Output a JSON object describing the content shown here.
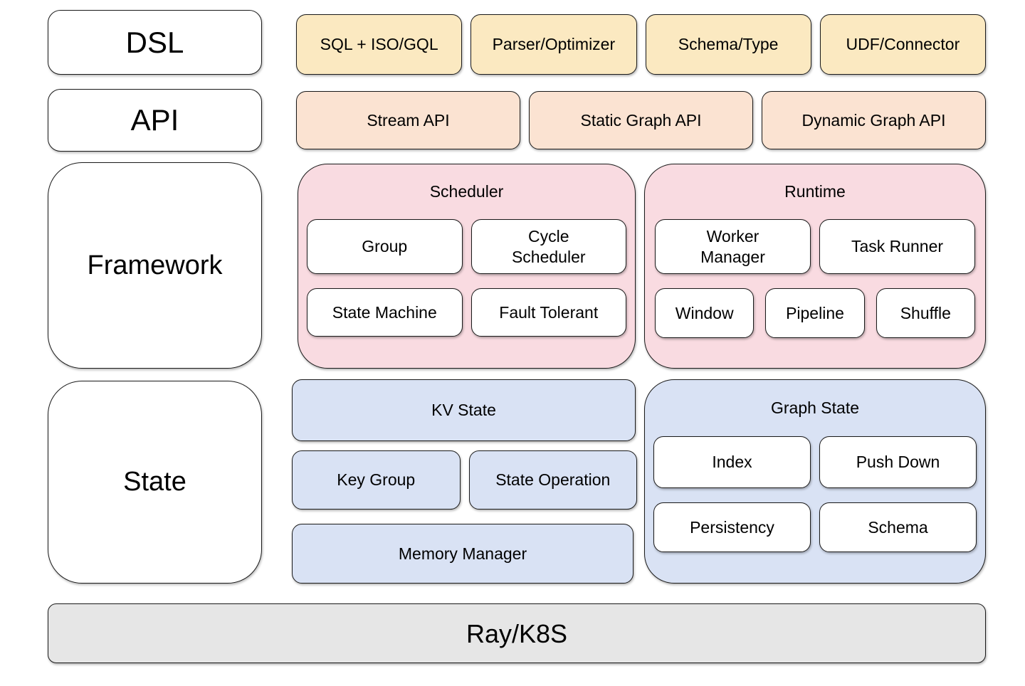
{
  "colors": {
    "dsl_fill": "#fbe9c1",
    "api_fill": "#fbe3d2",
    "framework_fill": "#f9dbe1",
    "state_fill": "#d9e2f4",
    "infra_fill": "#e6e6e6",
    "box_fill": "#ffffff",
    "border": "#1a1a1a"
  },
  "layers": {
    "dsl": {
      "label": "DSL",
      "items": [
        "SQL + ISO/GQL",
        "Parser/Optimizer",
        "Schema/Type",
        "UDF/Connector"
      ]
    },
    "api": {
      "label": "API",
      "items": [
        "Stream API",
        "Static Graph API",
        "Dynamic Graph API"
      ]
    },
    "framework": {
      "label": "Framework",
      "scheduler": {
        "title": "Scheduler",
        "items": [
          "Group",
          "Cycle\nScheduler",
          "State Machine",
          "Fault Tolerant"
        ]
      },
      "runtime": {
        "title": "Runtime",
        "items": [
          "Worker\nManager",
          "Task Runner",
          "Window",
          "Pipeline",
          "Shuffle"
        ]
      }
    },
    "state": {
      "label": "State",
      "kv_state": {
        "title": "KV State",
        "items": [
          "Key Group",
          "State Operation"
        ],
        "footer": "Memory Manager"
      },
      "graph_state": {
        "title": "Graph State",
        "items": [
          "Index",
          "Push Down",
          "Persistency",
          "Schema"
        ]
      }
    },
    "infra": {
      "label": "Ray/K8S"
    }
  }
}
